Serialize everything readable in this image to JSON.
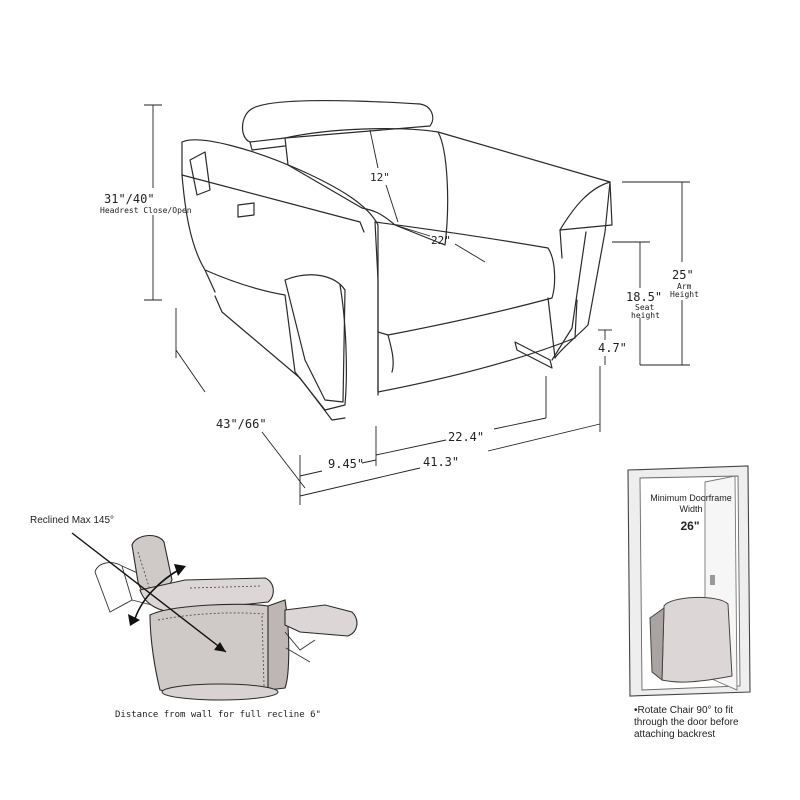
{
  "chair_dimensions": {
    "headrest_height": "31\"/40\"",
    "headrest_caption": "Headrest Close/Open",
    "back_depth": "12\"",
    "seat_depth": "22\"",
    "arm_height_value": "25\"",
    "arm_height_label": [
      "Arm",
      "Height"
    ],
    "seat_height_value": "18.5\"",
    "seat_height_label": [
      "Seat",
      "height"
    ],
    "leg_height": "4.7\"",
    "depth": "43\"/66\"",
    "arm_width": "9.45\"",
    "seat_width": "22.4\"",
    "total_width": "41.3\""
  },
  "recline": {
    "label": "Reclined Max 145°",
    "wall_distance": "Distance from wall for full recline 6\""
  },
  "doorframe": {
    "title_line1": "Minimum Doorframe",
    "title_line2": "Width",
    "width_value": "26\"",
    "note_line1": "•Rotate Chair 90° to fit",
    "note_line2": "through the door before",
    "note_line3": "attaching backrest"
  },
  "colors": {
    "line": "#2a2a2a",
    "recliner_fill": "#cfc9c8",
    "door_fill": "#f3f3f3"
  }
}
